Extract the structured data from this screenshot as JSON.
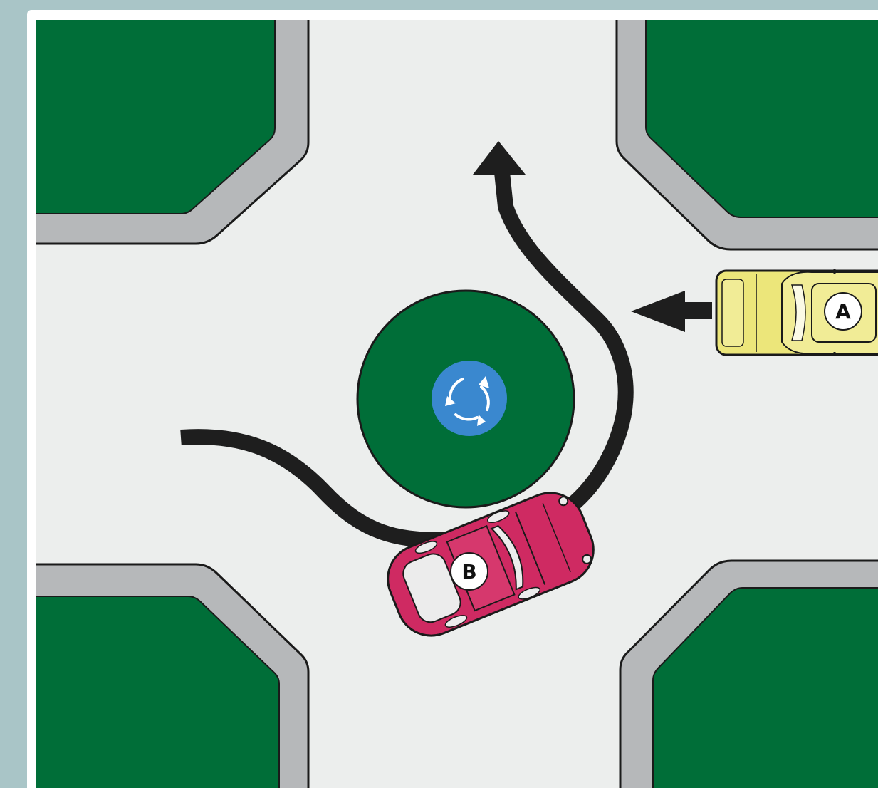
{
  "diagram": {
    "colors": {
      "background": "#a9c5c7",
      "road": "#eceeed",
      "grass": "#006e38",
      "kerb": "#b6b8ba",
      "outline": "#1a1a1a",
      "path": "#1e1e1e",
      "sign": "#3a88cf",
      "car_a": "#ece67a",
      "car_b": "#cf2a62"
    },
    "roundabout_sign": {
      "icon": "roundabout-arrows-icon"
    },
    "cars": [
      {
        "label": "A",
        "color_name": "yellow",
        "heading": "west"
      },
      {
        "label": "B",
        "color_name": "pink",
        "heading": "north-east"
      }
    ]
  }
}
